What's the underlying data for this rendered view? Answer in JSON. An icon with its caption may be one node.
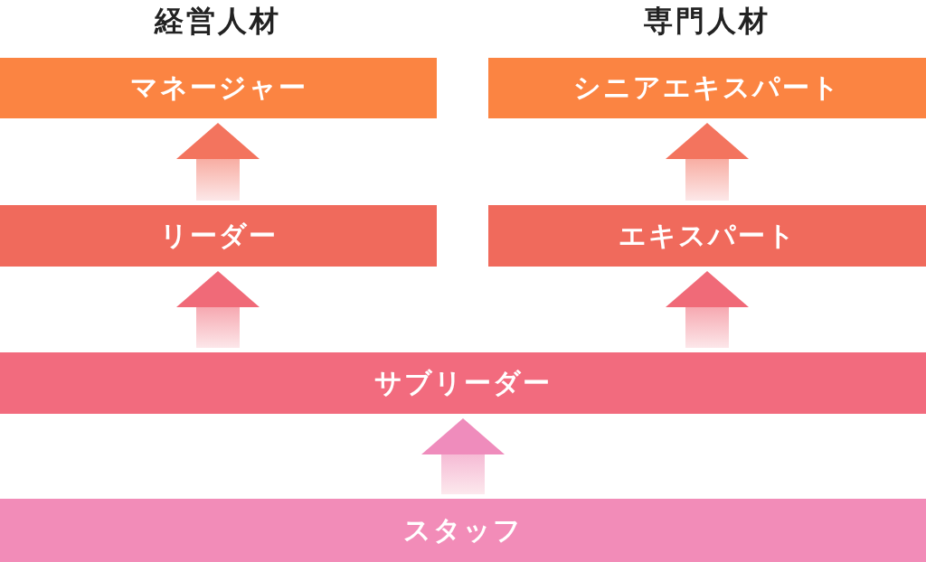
{
  "diagram": {
    "nodes": [
      {
        "text": [
          "マネージャー"
        ]
      },
      {
        "text": [
          "シニアエキスパート"
        ]
      },
      {
        "text": [
          "リーダー"
        ]
      },
      {
        "text": [
          "エキスパート"
        ]
      },
      {
        "text": [
          "サブリーダー"
        ]
      },
      {
        "text": [
          "スタッフ"
        ]
      }
    ],
    "edges": [
      {
        "from": 2,
        "to": 0,
        "arrow": "to"
      },
      {
        "from": 3,
        "to": 1,
        "arrow": "to"
      },
      {
        "from": 4,
        "to": 2,
        "arrow": "to"
      },
      {
        "from": 4,
        "to": 3,
        "arrow": "to"
      },
      {
        "from": 5,
        "to": 4,
        "arrow": "to"
      }
    ],
    "labels": [
      "経営人材",
      "専門人材"
    ]
  }
}
